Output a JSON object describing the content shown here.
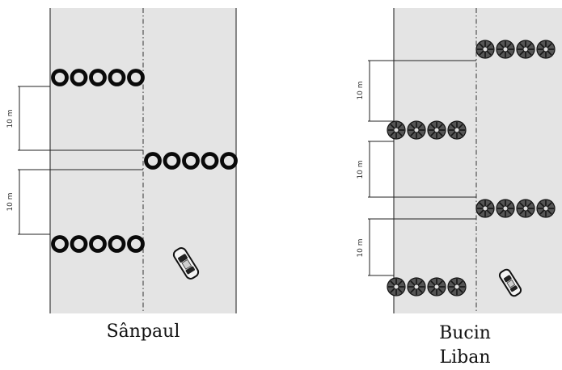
{
  "panels": [
    {
      "caption_lines": [
        "Sânpaul"
      ],
      "dimension_labels": [
        "10 m",
        "10 m"
      ],
      "tires_per_row": 5,
      "tire_style": "black-ring"
    },
    {
      "caption_lines": [
        "Bucin",
        "Liban"
      ],
      "dimension_labels": [
        "10 m",
        "10 m",
        "10 m"
      ],
      "tires_per_row": 4,
      "tire_style": "treaded"
    }
  ]
}
